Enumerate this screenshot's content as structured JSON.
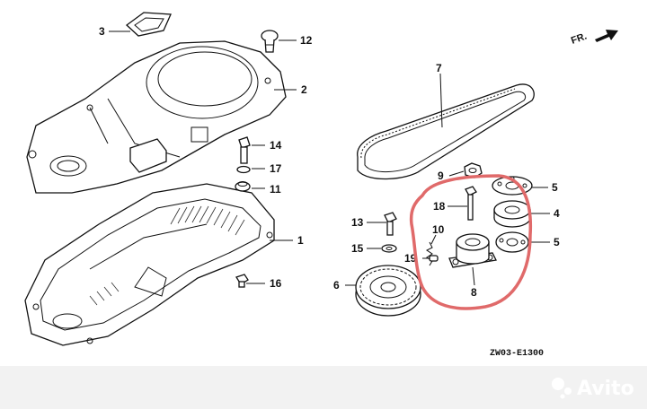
{
  "diagram": {
    "callouts": [
      {
        "id": "1",
        "label": "1"
      },
      {
        "id": "2",
        "label": "2"
      },
      {
        "id": "3",
        "label": "3"
      },
      {
        "id": "4",
        "label": "4"
      },
      {
        "id": "5a",
        "label": "5"
      },
      {
        "id": "5b",
        "label": "5"
      },
      {
        "id": "6",
        "label": "6"
      },
      {
        "id": "7",
        "label": "7"
      },
      {
        "id": "8",
        "label": "8"
      },
      {
        "id": "9",
        "label": "9"
      },
      {
        "id": "10",
        "label": "10"
      },
      {
        "id": "11",
        "label": "11"
      },
      {
        "id": "12",
        "label": "12"
      },
      {
        "id": "13",
        "label": "13"
      },
      {
        "id": "14",
        "label": "14"
      },
      {
        "id": "15",
        "label": "15"
      },
      {
        "id": "16",
        "label": "16"
      },
      {
        "id": "17",
        "label": "17"
      },
      {
        "id": "18",
        "label": "18"
      },
      {
        "id": "19",
        "label": "19"
      }
    ],
    "direction_label": "FR.",
    "drawing_code": "ZW03-E1300",
    "highlight_color": "#e06a6a"
  },
  "watermark": {
    "text": "Avito"
  }
}
